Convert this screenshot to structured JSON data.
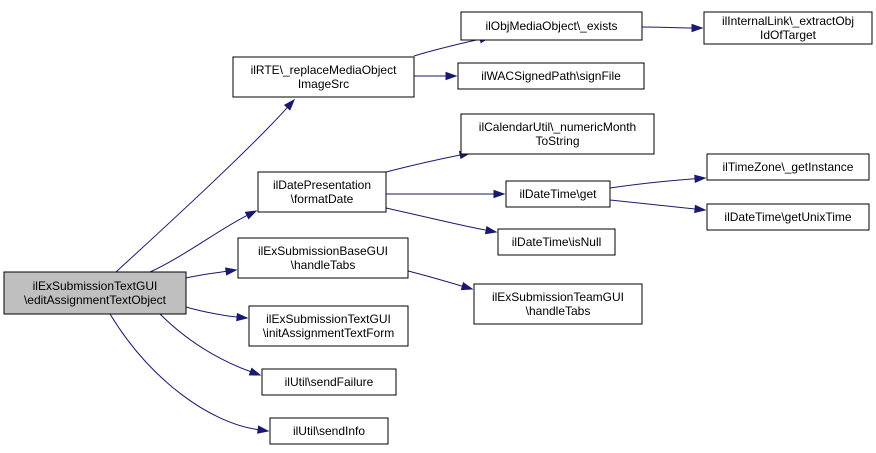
{
  "colors": {
    "edge": "#191970",
    "node_border": "#000000",
    "node_fill": "#ffffff",
    "root_fill": "#bfbfbf",
    "background": "#ffffff"
  },
  "nodes": [
    {
      "id": "root",
      "lines": [
        "ilExSubmissionTextGUI",
        "\\editAssignmentTextObject"
      ],
      "root": true
    },
    {
      "id": "rte",
      "lines": [
        "ilRTE\\_replaceMediaObject",
        "ImageSrc"
      ]
    },
    {
      "id": "objmedia",
      "lines": [
        "ilObjMediaObject\\_exists"
      ]
    },
    {
      "id": "internallink",
      "lines": [
        "ilInternalLink\\_extractObj",
        "IdOfTarget"
      ]
    },
    {
      "id": "wac",
      "lines": [
        "ilWACSignedPath\\signFile"
      ]
    },
    {
      "id": "calendar",
      "lines": [
        "ilCalendarUtil\\_numericMonth",
        "ToString"
      ]
    },
    {
      "id": "datepres",
      "lines": [
        "ilDatePresentation",
        "\\formatDate"
      ]
    },
    {
      "id": "datetimeget",
      "lines": [
        "ilDateTime\\get"
      ]
    },
    {
      "id": "timezone",
      "lines": [
        "ilTimeZone\\_getInstance"
      ]
    },
    {
      "id": "unixtime",
      "lines": [
        "ilDateTime\\getUnixTime"
      ]
    },
    {
      "id": "isnull",
      "lines": [
        "ilDateTime\\isNull"
      ]
    },
    {
      "id": "basegui",
      "lines": [
        "ilExSubmissionBaseGUI",
        "\\handleTabs"
      ]
    },
    {
      "id": "teamgui",
      "lines": [
        "ilExSubmissionTeamGUI",
        "\\handleTabs"
      ]
    },
    {
      "id": "initform",
      "lines": [
        "ilExSubmissionTextGUI",
        "\\initAssignmentTextForm"
      ]
    },
    {
      "id": "sendfailure",
      "lines": [
        "ilUtil\\sendFailure"
      ]
    },
    {
      "id": "sendinfo",
      "lines": [
        "ilUtil\\sendInfo"
      ]
    }
  ],
  "edges": [
    {
      "from": "root",
      "to": "rte"
    },
    {
      "from": "root",
      "to": "datepres"
    },
    {
      "from": "root",
      "to": "basegui"
    },
    {
      "from": "root",
      "to": "initform"
    },
    {
      "from": "root",
      "to": "sendfailure"
    },
    {
      "from": "root",
      "to": "sendinfo"
    },
    {
      "from": "rte",
      "to": "objmedia"
    },
    {
      "from": "rte",
      "to": "wac"
    },
    {
      "from": "objmedia",
      "to": "internallink"
    },
    {
      "from": "datepres",
      "to": "calendar"
    },
    {
      "from": "datepres",
      "to": "datetimeget"
    },
    {
      "from": "datepres",
      "to": "isnull"
    },
    {
      "from": "datetimeget",
      "to": "timezone"
    },
    {
      "from": "datetimeget",
      "to": "unixtime"
    },
    {
      "from": "basegui",
      "to": "teamgui"
    }
  ]
}
